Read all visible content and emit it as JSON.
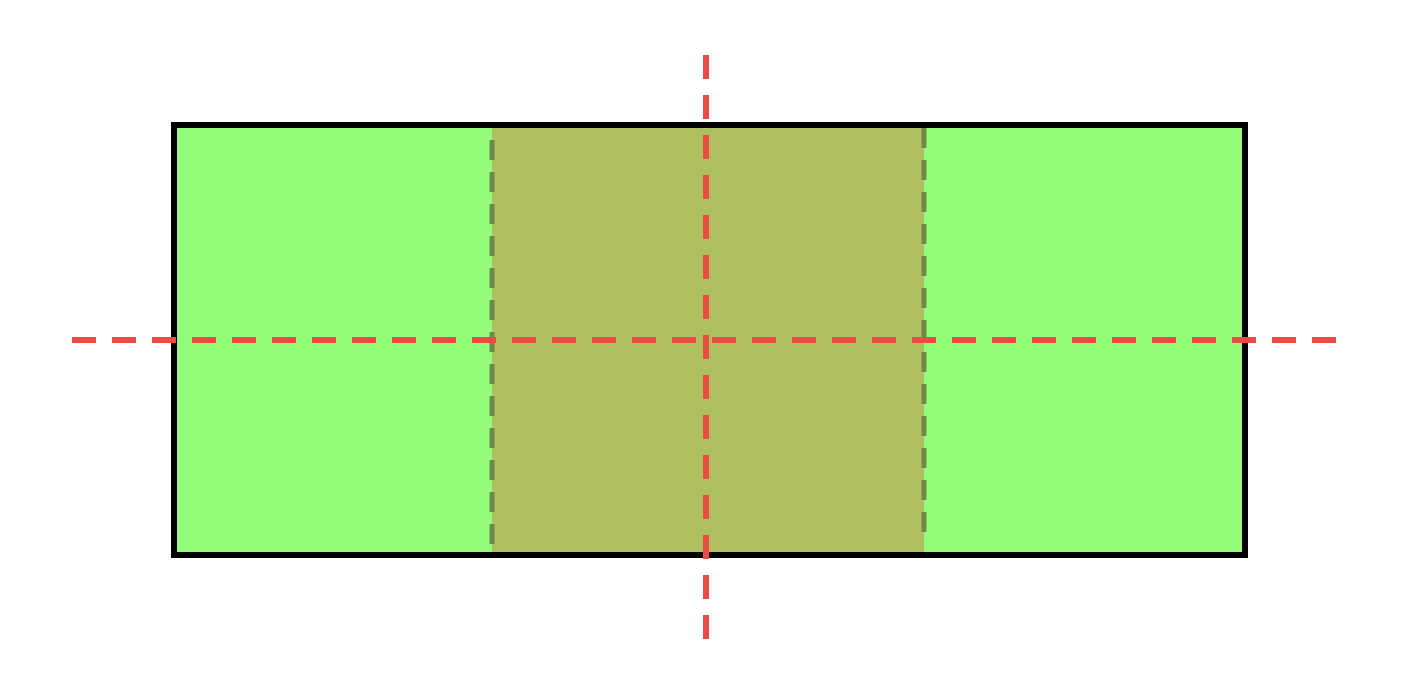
{
  "colors": {
    "background": "#ffffff",
    "rectangle_fill": "#93fc78",
    "rectangle_stroke": "#000000",
    "center_square_fill": "#aebf60",
    "center_square_edge": "#6e8a4a",
    "symmetry_line": "#ec4b43"
  },
  "diagram": {
    "shape": "rectangle",
    "highlighted_region": "center-square",
    "lines_of_symmetry": [
      "vertical",
      "horizontal"
    ]
  }
}
